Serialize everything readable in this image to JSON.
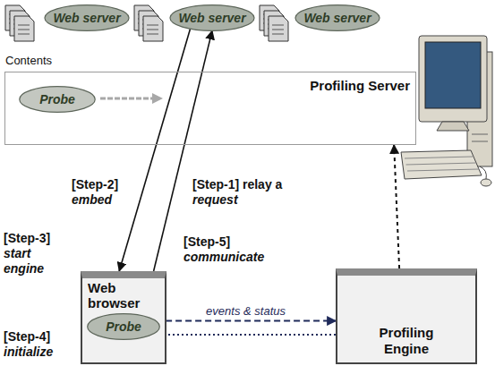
{
  "diagram": {
    "nodes": [
      {
        "text": [
          "Web server"
        ]
      },
      {
        "text": [
          "Web server"
        ]
      },
      {
        "text": [
          "Web server"
        ]
      },
      {
        "text": [
          "Profiling Server"
        ]
      },
      {
        "text": [
          "Probe"
        ],
        "in": 3
      },
      {
        "text": [
          "Web browser"
        ]
      },
      {
        "text": [
          "Probe"
        ],
        "in": 5
      },
      {
        "text": [
          "Profiling Engine"
        ]
      }
    ],
    "edges": [
      {
        "from": 1,
        "to": 5,
        "arrow": "to"
      },
      {
        "from": 5,
        "to": 1,
        "arrow": "to"
      },
      {
        "from": 6,
        "to": 7,
        "label": "events & status",
        "arrow": "to"
      },
      {
        "from": 7,
        "to": 6,
        "arrow": "to"
      },
      {
        "from": 7,
        "to": 3,
        "arrow": "to"
      }
    ],
    "labels": [
      "Contents",
      "[Step-2] embed",
      "[Step-1] relay a request",
      "[Step-3] start engine",
      "[Step-4] initialize",
      "[Step-5] communicate"
    ]
  }
}
